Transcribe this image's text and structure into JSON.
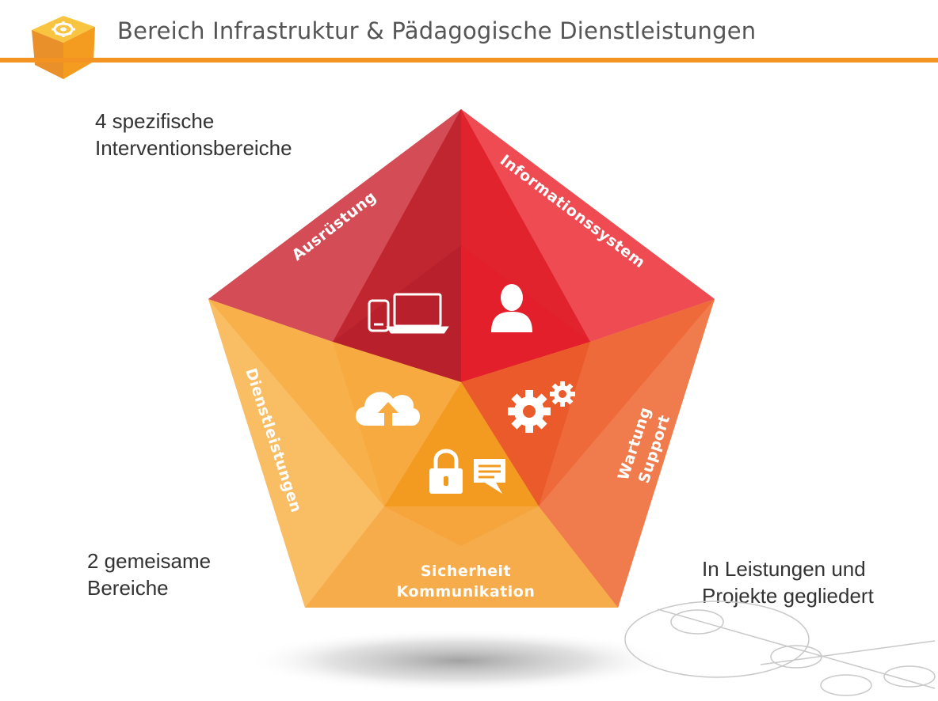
{
  "header": {
    "title": "Bereich Infrastruktur & Pädagogische Dienstleistungen",
    "accent_color": "#f39321",
    "logo_icon": "gear-cube-icon"
  },
  "notes": {
    "top_left": [
      "4 spezifische",
      "Interventionsbereiche"
    ],
    "bottom_left": [
      "2 gemeisame",
      "Bereiche"
    ],
    "bottom_right": [
      "In Leistungen und",
      "Projekte gegliedert"
    ]
  },
  "pentagon": {
    "segments": {
      "ausruestung": {
        "label": "Ausrüstung",
        "icon": "devices-icon",
        "color": "#cf3a45"
      },
      "informationssystem": {
        "label": "Informationssystem",
        "icon": "user-icon",
        "color": "#e8323c"
      },
      "wartung_support": {
        "label_lines": [
          "Wartung",
          "Support"
        ],
        "icon": "gears-icon",
        "color": "#ee6a3a"
      },
      "sicherheit_kommunikation": {
        "label_lines": [
          "Sicherheit",
          "Kommunikation"
        ],
        "icon": "lock-chat-icon",
        "color": "#f6a43c"
      },
      "dienstleistungen": {
        "label": "Dienstleistungen",
        "icon": "cloud-upload-icon",
        "color": "#f8b14a"
      }
    }
  }
}
